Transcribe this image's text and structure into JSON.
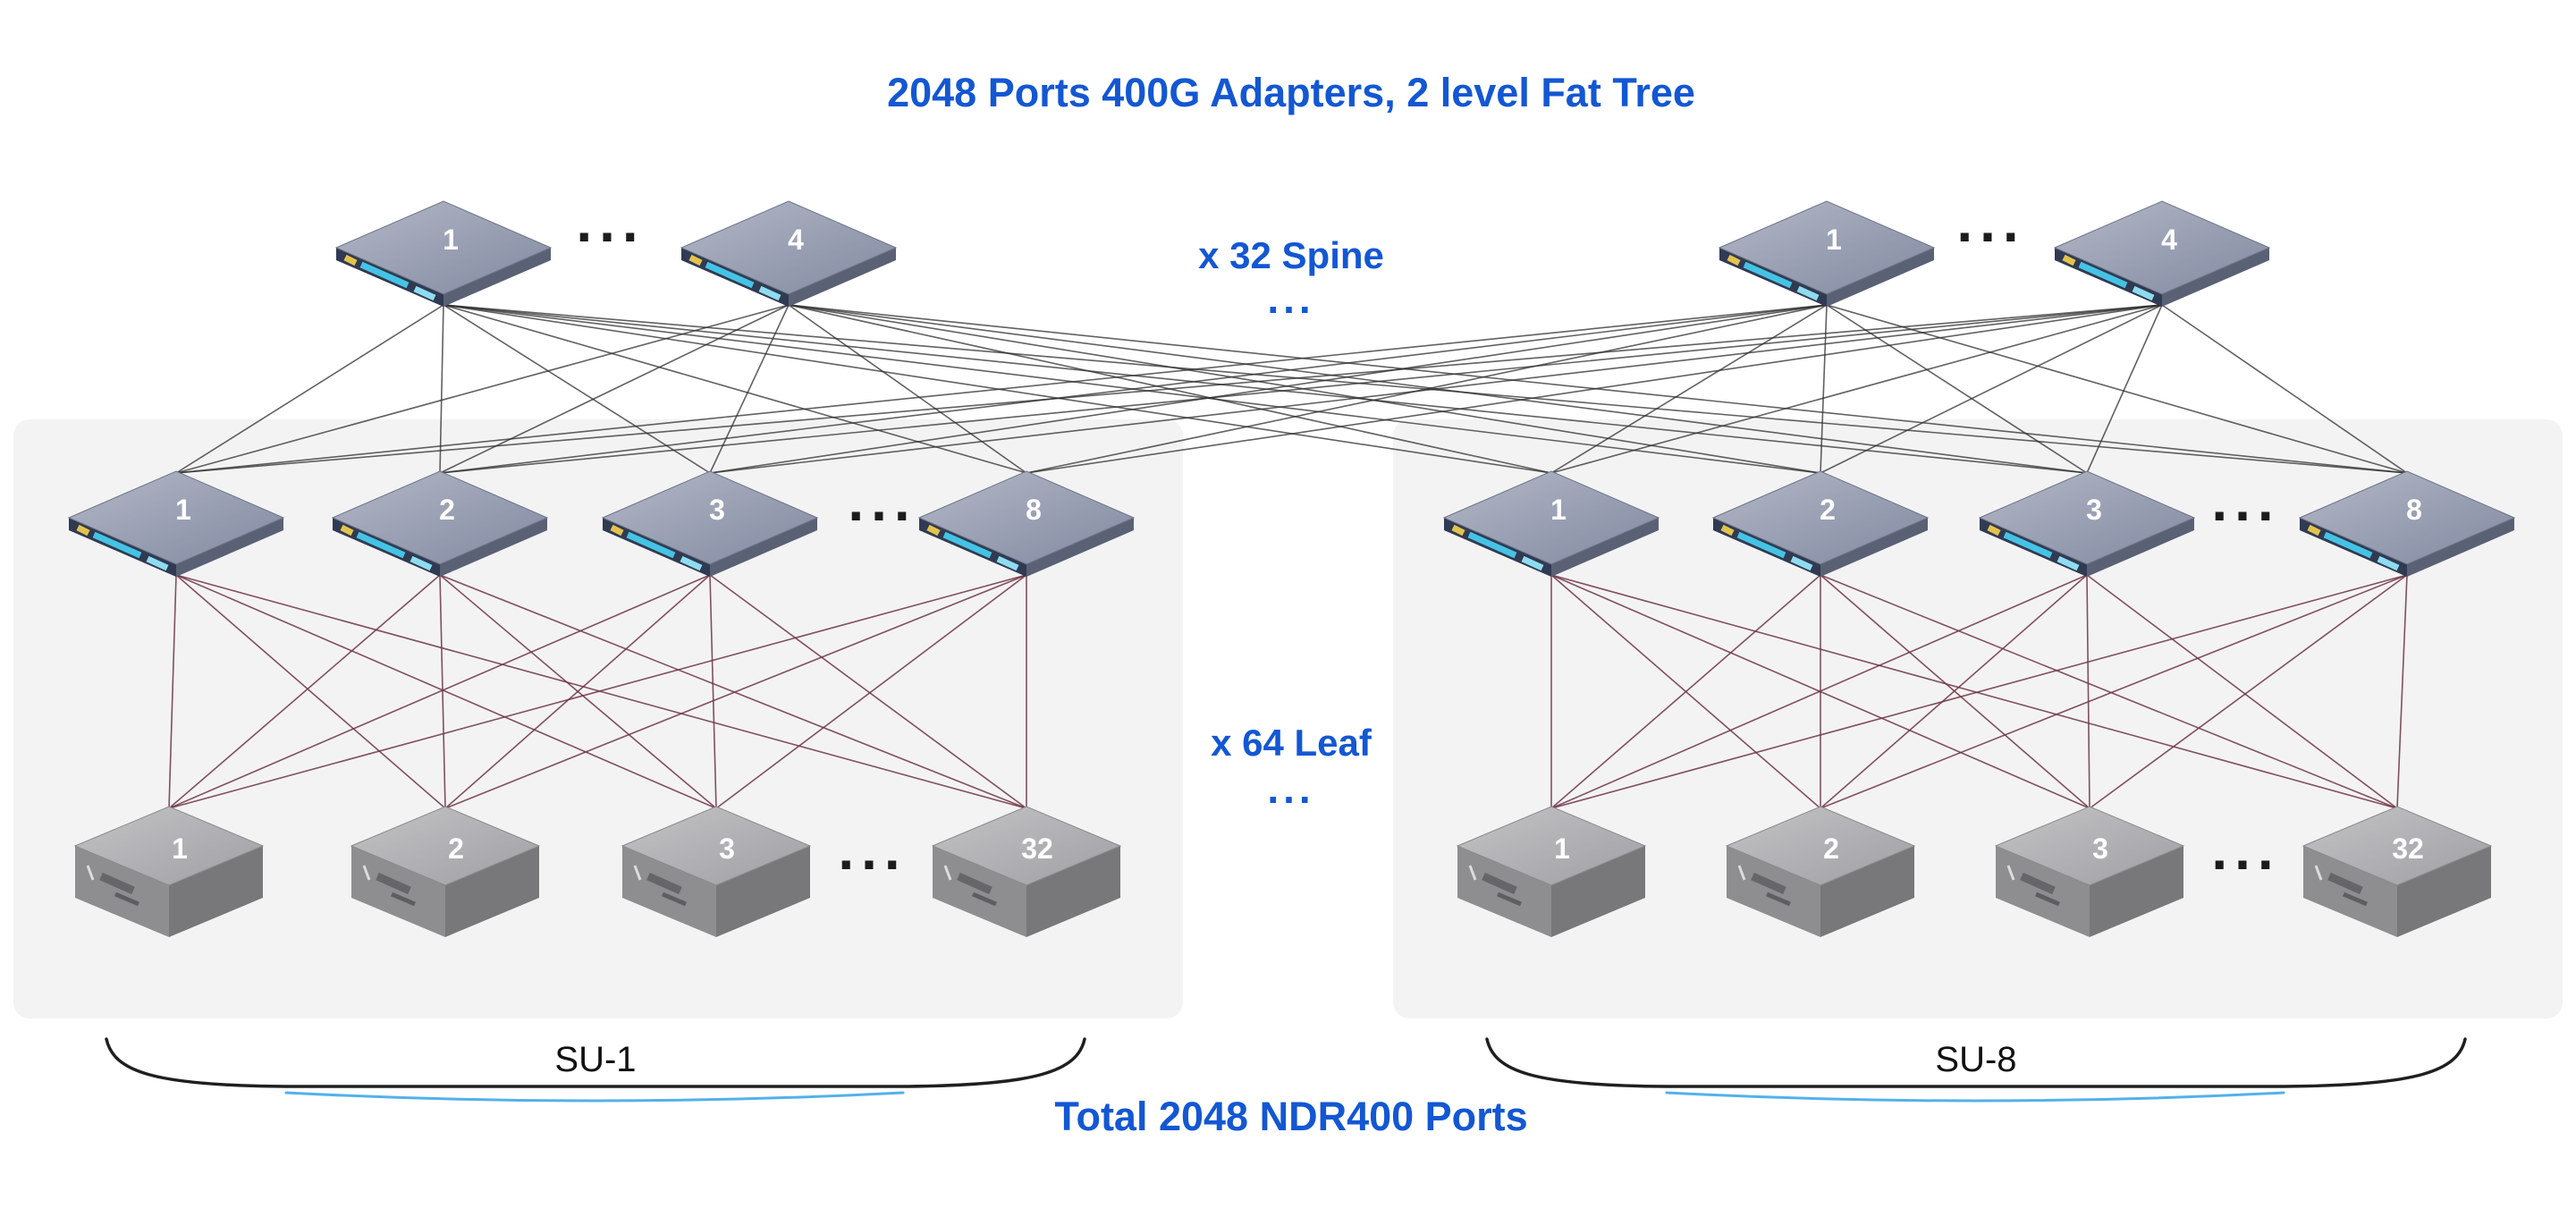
{
  "title": "2048 Ports 400G Adapters, 2 level Fat Tree",
  "spine_count_label": "x 32 Spine",
  "leaf_count_label": "x 64 Leaf",
  "footer": "Total 2048 NDR400 Ports",
  "dots": "...",
  "groups": [
    {
      "name": "SU-1",
      "spine_labels": [
        "1",
        "4"
      ],
      "leaf_labels": [
        "1",
        "2",
        "3",
        "8"
      ],
      "server_labels": [
        "1",
        "2",
        "3",
        "32"
      ]
    },
    {
      "name": "SU-8",
      "spine_labels": [
        "1",
        "4"
      ],
      "leaf_labels": [
        "1",
        "2",
        "3",
        "8"
      ],
      "server_labels": [
        "1",
        "2",
        "3",
        "32"
      ]
    }
  ],
  "colors": {
    "accent_blue": "#1357d3",
    "spine_leaf_link": "#2d2d2d",
    "leaf_server_link": "#6f3342",
    "su_panel": "#f3f3f4"
  }
}
